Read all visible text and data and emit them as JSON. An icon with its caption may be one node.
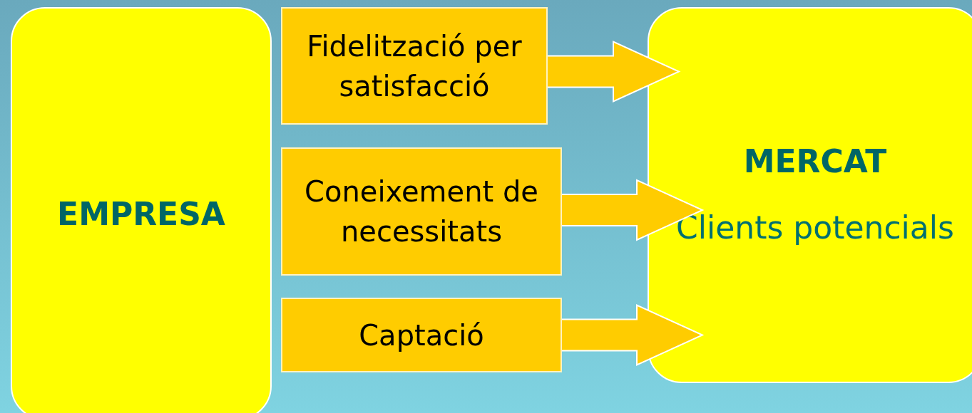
{
  "diagram": {
    "nodes": [
      {
        "text": [
          "EMPRESA"
        ]
      },
      {
        "text": [
          "Fidelització per satisfacció"
        ]
      },
      {
        "text": [
          "Coneixement de necessitats"
        ]
      },
      {
        "text": [
          "Captació"
        ]
      },
      {
        "text": [
          "MERCAT",
          "Clients potencials"
        ]
      }
    ],
    "edges": [
      {
        "from": 1,
        "to": 4,
        "arrow": "to"
      },
      {
        "from": 2,
        "to": 4,
        "arrow": "to"
      },
      {
        "from": 3,
        "to": 4,
        "arrow": "to"
      }
    ]
  }
}
